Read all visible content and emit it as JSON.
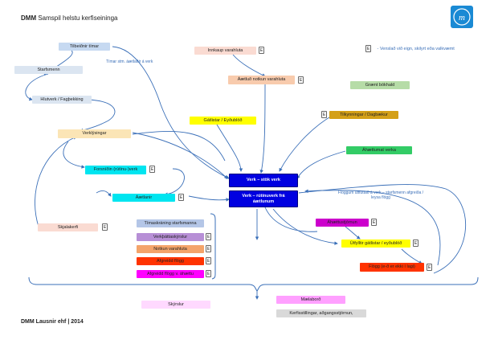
{
  "header": {
    "brand": "DMM",
    "title": "Samspil helstu kerfiseininga"
  },
  "footer": {
    "text": "DMM Lausnir ehf | 2014"
  },
  "legend": {
    "badge": "E",
    "text": "- Venslað við eign, skilyrt eða valkvæmt"
  },
  "logo": {
    "text": "m",
    "color": "#1a8ad4"
  },
  "badge_letter": "E",
  "nodes": {
    "tilbeidnir_timar": {
      "label": "Tilbeiðnir tímar",
      "color": "#c6d9f1"
    },
    "starfsmenn": {
      "label": "Starfsmenn",
      "color": "#dbe5f1"
    },
    "hlutverk": {
      "label": "Hlutverk / Fagþekking",
      "color": "#dbe5f1"
    },
    "verkflysingar": {
      "label": "Verklýsingar",
      "color": "#fbe5b6"
    },
    "forsnidin": {
      "label": "Forsníðin (rútínu-)verk",
      "color": "#00e5f0"
    },
    "aetlanir": {
      "label": "Áætlanir",
      "color": "#00e5f0"
    },
    "skjalakerfi": {
      "label": "Skjalakerfi",
      "color": "#fadbd2"
    },
    "innkaup": {
      "label": "Innkaup varahluta",
      "color": "#fadbd2"
    },
    "aetlud_notkun": {
      "label": "Áætluð notkun varahluta",
      "color": "#f8cbad"
    },
    "gatlistar": {
      "label": "Gátlistar / Eyðublöð",
      "color": "#ffff00"
    },
    "graent": {
      "label": "Grænt bókhald",
      "color": "#b6dca7"
    },
    "tilkynningar": {
      "label": "Tilkynningar / Dagbækur",
      "color": "#d4a017"
    },
    "ahaettumat": {
      "label": "Áhættumat verka",
      "color": "#33cc66"
    },
    "verk_stok": {
      "label": "Verk – stök verk",
      "color": "#0000e0"
    },
    "verk_rutinu": {
      "label": "Verk – rútínuverk frá áætlunum",
      "color": "#0000e0"
    },
    "timaskraning": {
      "label": "Tímaskráning starfsmanna",
      "color": "#b4c6e7"
    },
    "verkthattaskyrslur": {
      "label": "Verkþáttaskýrslur",
      "color": "#b78fd6"
    },
    "notkun_varahluta": {
      "label": "Notkun varahluta",
      "color": "#f4a46a"
    },
    "afgreidd_flogg": {
      "label": "Afgreidd flögg",
      "color": "#ff3300"
    },
    "afgreidd_flogg_ahaettu": {
      "label": "Afgreidd flögg v. áhættu",
      "color": "#ff00ff"
    },
    "ahaettustjornun": {
      "label": "Áhættustjórnun",
      "color": "#cc00cc"
    },
    "utfyllt_gatlistar": {
      "label": "Útfylltir gátlistar / eyðublöð",
      "color": "#ffff00"
    },
    "flogg": {
      "label": "Flögg (e-ð er ekki í lagi)",
      "color": "#ff3300"
    },
    "maelabord": {
      "label": "Mælaborð",
      "color": "#ffa0ff"
    },
    "skyrslur": {
      "label": "Skýrslur",
      "color": "#ffd9ff"
    },
    "kerfisstillingar": {
      "label": "Kerfisstillingar, aðgangsstjórnun,",
      "color": "#d9d9d9"
    }
  },
  "annotations": {
    "timar_note": "Tímar stm. áætlaðir á verk",
    "flogg_note": "Flöggum útfluttað á verk – starfsmenn afgreiða / leysa flögg"
  }
}
